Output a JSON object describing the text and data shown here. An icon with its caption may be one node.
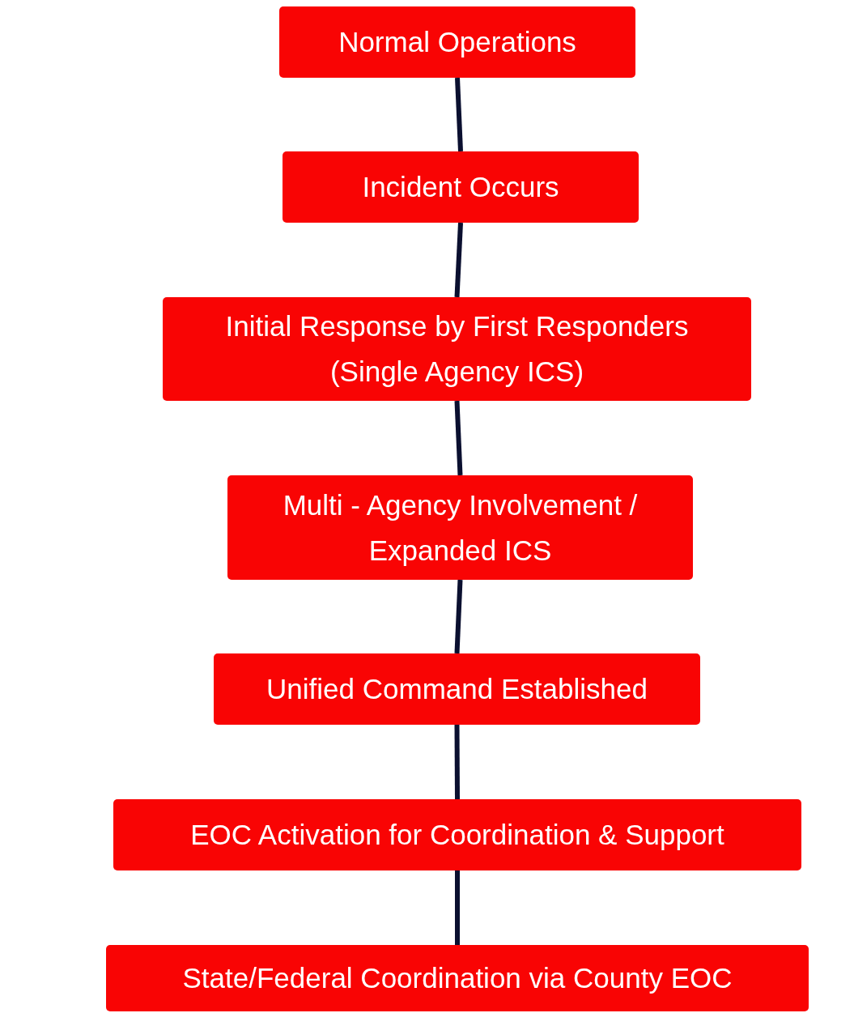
{
  "diagram": {
    "nodes": [
      {
        "text": [
          "Normal Operations"
        ]
      },
      {
        "text": [
          "Incident Occurs"
        ]
      },
      {
        "text": [
          "Initial Response by First Responders (Single Agency ICS)"
        ]
      },
      {
        "text": [
          "Multi - Agency Involvement / Expanded ICS"
        ]
      },
      {
        "text": [
          "Unified Command Established"
        ]
      },
      {
        "text": [
          "EOC Activation for Coordination & Support"
        ]
      },
      {
        "text": [
          "State/Federal Coordination via County EOC"
        ]
      }
    ],
    "edges": [
      {
        "from": 0,
        "to": 1,
        "arrow": "none"
      },
      {
        "from": 1,
        "to": 2,
        "arrow": "none"
      },
      {
        "from": 2,
        "to": 3,
        "arrow": "none"
      },
      {
        "from": 3,
        "to": 4,
        "arrow": "none"
      },
      {
        "from": 4,
        "to": 5,
        "arrow": "none"
      },
      {
        "from": 5,
        "to": 6,
        "arrow": "none"
      }
    ]
  }
}
